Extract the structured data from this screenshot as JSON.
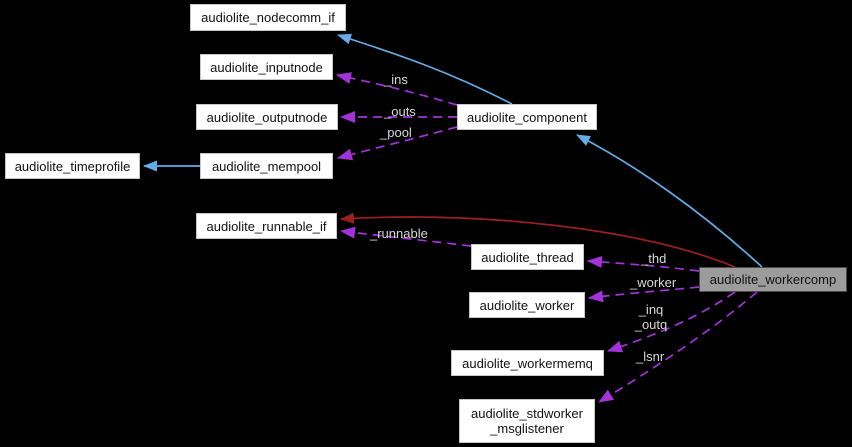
{
  "diagram": {
    "background_color": "#000000",
    "colors": {
      "inheritance_edge": "#63ace8",
      "private_inheritance_edge": "#9c1f1f",
      "usage_edge": "#a332d8",
      "node_fill": "#ffffff",
      "node_border": "#c6c6c6",
      "focus_node_fill": "#9c9c9c",
      "focus_node_border": "#4a4a4a",
      "edge_label_color": "#d8d8d8"
    },
    "nodes": {
      "nodecomm_if": {
        "label": "audiolite_nodecomm_if"
      },
      "inputnode": {
        "label": "audiolite_inputnode"
      },
      "outputnode": {
        "label": "audiolite_outputnode"
      },
      "timeprofile": {
        "label": "audiolite_timeprofile"
      },
      "mempool": {
        "label": "audiolite_mempool"
      },
      "runnable_if": {
        "label": "audiolite_runnable_if"
      },
      "component": {
        "label": "audiolite_component"
      },
      "thread": {
        "label": "audiolite_thread"
      },
      "worker": {
        "label": "audiolite_worker"
      },
      "workermemq": {
        "label": "audiolite_workermemq"
      },
      "stdworker_msglistener": {
        "label": "audiolite_stdworker\n_msglistener"
      },
      "workercomp": {
        "label": "audiolite_workercomp"
      }
    },
    "edges": {
      "component_to_nodecomm_if": {
        "from": "audiolite_component",
        "to": "audiolite_nodecomm_if",
        "style": "solid",
        "role": "inheritance",
        "label": ""
      },
      "mempool_to_timeprofile": {
        "from": "audiolite_mempool",
        "to": "audiolite_timeprofile",
        "style": "solid",
        "role": "inheritance",
        "label": ""
      },
      "workercomp_to_component": {
        "from": "audiolite_workercomp",
        "to": "audiolite_component",
        "style": "solid",
        "role": "inheritance",
        "label": ""
      },
      "workercomp_to_runnable_if": {
        "from": "audiolite_workercomp",
        "to": "audiolite_runnable_if",
        "style": "solid",
        "role": "private-inheritance",
        "label": ""
      },
      "ins": {
        "from": "audiolite_component",
        "to": "audiolite_inputnode",
        "style": "dashed",
        "role": "usage",
        "label": "_ins"
      },
      "outs": {
        "from": "audiolite_component",
        "to": "audiolite_outputnode",
        "style": "dashed",
        "role": "usage",
        "label": "_outs"
      },
      "pool": {
        "from": "audiolite_component",
        "to": "audiolite_mempool",
        "style": "dashed",
        "role": "usage",
        "label": "_pool"
      },
      "runnable": {
        "from": "audiolite_thread",
        "to": "audiolite_runnable_if",
        "style": "dashed",
        "role": "usage",
        "label": "_runnable"
      },
      "thd": {
        "from": "audiolite_workercomp",
        "to": "audiolite_thread",
        "style": "dashed",
        "role": "usage",
        "label": "_thd"
      },
      "worker": {
        "from": "audiolite_workercomp",
        "to": "audiolite_worker",
        "style": "dashed",
        "role": "usage",
        "label": "_worker"
      },
      "inq_outq": {
        "from": "audiolite_workercomp",
        "to": "audiolite_workermemq",
        "style": "dashed",
        "role": "usage",
        "label": "_inq\n_outq"
      },
      "lsnr": {
        "from": "audiolite_workercomp",
        "to": "audiolite_stdworker_msglistener",
        "style": "dashed",
        "role": "usage",
        "label": "_lsnr"
      }
    }
  }
}
